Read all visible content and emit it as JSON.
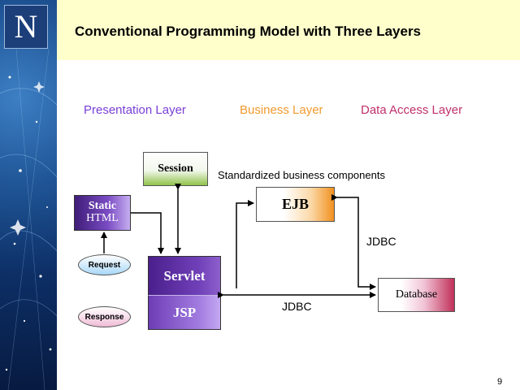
{
  "slide": {
    "logo_letter": "N",
    "title": "Conventional Programming Model with Three Layers",
    "page_number": "9"
  },
  "layers": {
    "presentation": "Presentation Layer",
    "business": "Business Layer",
    "data_access": "Data Access Layer"
  },
  "nodes": {
    "session": "Session",
    "static_line1": "Static",
    "static_line2": "HTML",
    "request": "Request",
    "response": "Response",
    "servlet": "Servlet",
    "jsp": "JSP",
    "ejb": "EJB",
    "database": "Database"
  },
  "labels": {
    "standardized": "Standardized business components",
    "jdbc_upper": "JDBC",
    "jdbc_lower": "JDBC"
  },
  "colors": {
    "presentation": "#7a3fd6",
    "business": "#f29a2e",
    "data_access": "#c0306a"
  }
}
